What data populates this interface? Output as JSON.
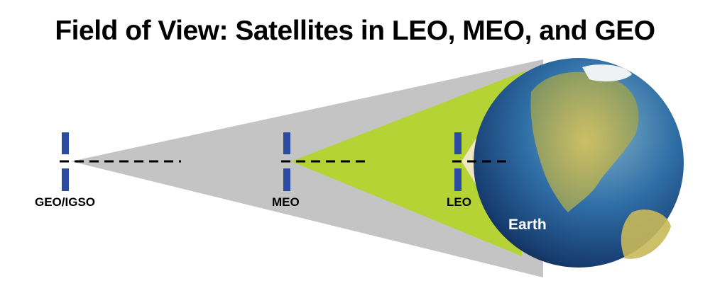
{
  "title": "Field of View: Satellites in LEO, MEO, and GEO",
  "orbits": [
    {
      "label": "GEO/IGSO"
    },
    {
      "label": "MEO"
    },
    {
      "label": "LEO"
    }
  ],
  "earth_label": "Earth",
  "colors": {
    "geo_cone": "#c4c4c4",
    "meo_cone": "#b5d334",
    "leo_cone": "#efe7c0",
    "satellite": "#2b4ba0",
    "ocean": "#1d4f8c"
  }
}
